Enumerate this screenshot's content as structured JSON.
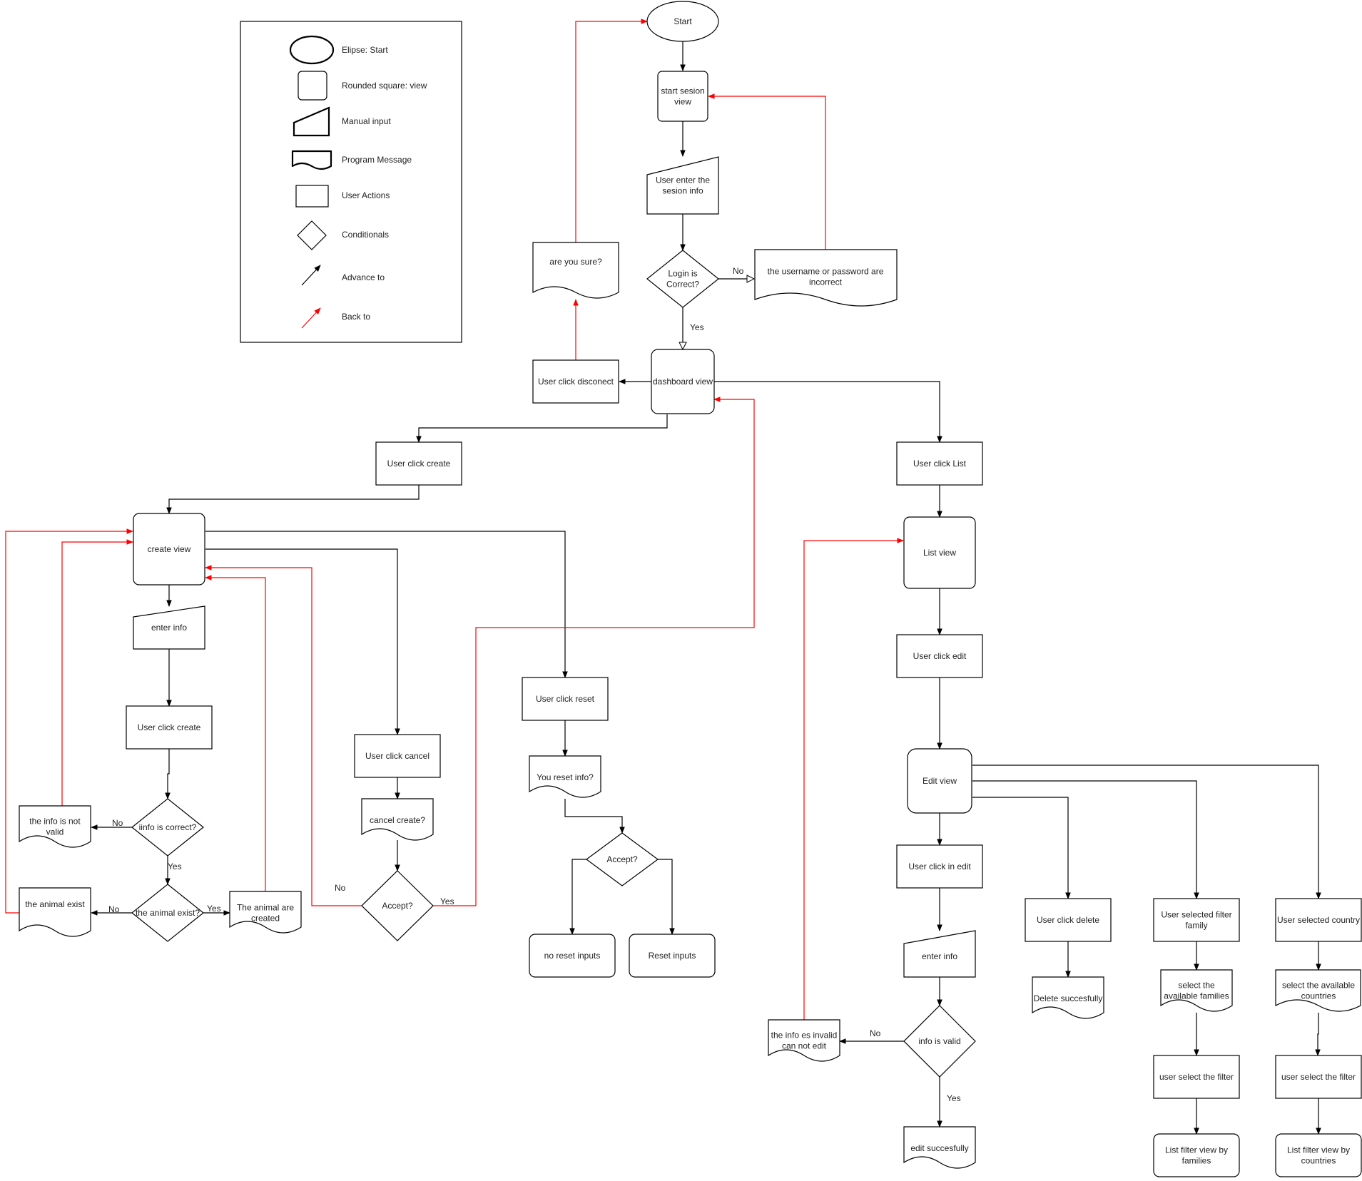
{
  "legend": {
    "items": [
      {
        "label": "Elipse: Start",
        "icon": "ellipse-icon"
      },
      {
        "label": "Rounded square: view",
        "icon": "rounded-square-icon"
      },
      {
        "label": "Manual input",
        "icon": "manual-input-icon"
      },
      {
        "label": "Program Message",
        "icon": "program-message-icon"
      },
      {
        "label": "User Actions",
        "icon": "rectangle-icon"
      },
      {
        "label": "Conditionals",
        "icon": "diamond-icon"
      },
      {
        "label": "Advance to",
        "icon": "black-arrow-icon"
      },
      {
        "label": "Back to",
        "icon": "red-arrow-icon"
      }
    ]
  },
  "colors": {
    "advance": "#000000",
    "back": "#ff0000"
  },
  "nodes": {
    "start": [
      "Start"
    ],
    "start_session_view": [
      "start sesion",
      "view"
    ],
    "user_enter_session": [
      "User enter the",
      "sesion info"
    ],
    "login_correct": [
      "Login is",
      "Correct?"
    ],
    "login_incorrect_msg": [
      "the username or password are",
      "incorrect"
    ],
    "are_you_sure": [
      "are you sure?"
    ],
    "user_click_disconnect": [
      "User click disconect"
    ],
    "dashboard_view": [
      "dashboard view"
    ],
    "user_click_create_top": [
      "User click create"
    ],
    "user_click_list": [
      "User click List"
    ],
    "create_view": [
      "create view"
    ],
    "enter_info_create": [
      "enter info"
    ],
    "user_click_create": [
      "User click create"
    ],
    "info_correct": [
      "iinfo is correct?"
    ],
    "info_not_valid": [
      "the info is not",
      "valid"
    ],
    "animal_exist_q": [
      "the animal exist?"
    ],
    "animal_exist_msg": [
      "the animal exist"
    ],
    "animal_created": [
      "The animal are",
      "created"
    ],
    "user_click_cancel": [
      "User click cancel"
    ],
    "cancel_create": [
      "cancel create?"
    ],
    "accept_cancel": [
      "Accept?"
    ],
    "user_click_reset": [
      "User click reset"
    ],
    "you_reset_info": [
      "You reset info?"
    ],
    "accept_reset": [
      "Accept?"
    ],
    "no_reset_inputs": [
      "no reset inputs"
    ],
    "reset_inputs": [
      "Reset inputs"
    ],
    "list_view": [
      "List view"
    ],
    "user_click_edit": [
      "User click  edit"
    ],
    "edit_view": [
      "Edit view"
    ],
    "user_click_in_edit": [
      "User click in edit"
    ],
    "enter_info_edit": [
      "enter info"
    ],
    "info_is_valid": [
      "info is valid"
    ],
    "edit_invalid_msg": [
      "the info es invalid",
      "can not edit"
    ],
    "edit_success": [
      "edit succesfully"
    ],
    "user_click_delete": [
      "User click delete"
    ],
    "delete_success": [
      "Delete succesfully"
    ],
    "user_filter_family": [
      "User selected filter",
      "family"
    ],
    "select_families": [
      "select the",
      "available families"
    ],
    "user_select_filter_fam": [
      "user select the filter"
    ],
    "list_filter_families": [
      "List filter view by",
      "families"
    ],
    "user_selected_country": [
      "User selected country"
    ],
    "select_countries": [
      "select the  available",
      "countries"
    ],
    "user_select_filter_cty": [
      "user select the filter"
    ],
    "list_filter_countries": [
      "List filter view by",
      "countries"
    ]
  },
  "edge_labels": {
    "login_no": "No",
    "login_yes": "Yes",
    "info_no": "No",
    "info_yes": "Yes",
    "exist_no": "No",
    "exist_yes": "Yes",
    "cancel_no": "No",
    "cancel_yes": "Yes",
    "valid_no": "No",
    "valid_yes": "Yes"
  }
}
